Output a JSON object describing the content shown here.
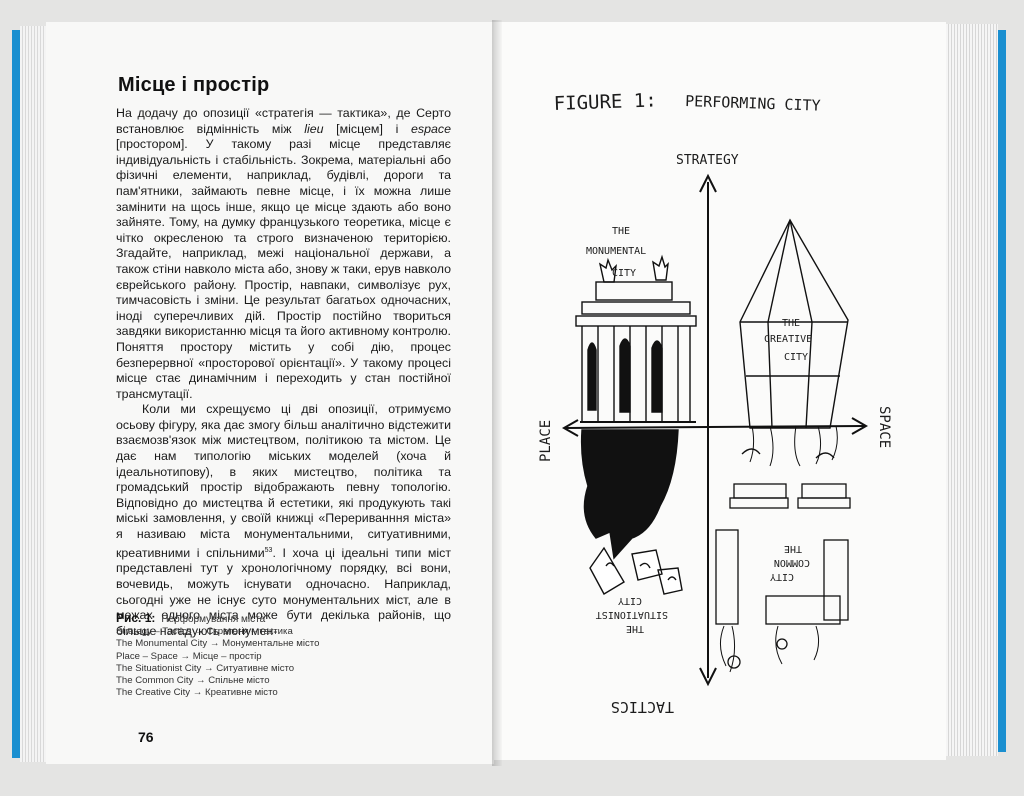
{
  "left_page": {
    "heading": "Місце і простір",
    "p1_a": "На додачу до опозиції «стратегія — тактика», де Серто встановлює відмінність між ",
    "p1_lieu": "lieu",
    "p1_b": " [місцем] і ",
    "p1_espace": "espace",
    "p1_c": " [простором]. У такому разі місце представляє індивідуальність і стабільність. Зокрема, матеріальні або фізичні елементи, наприклад, будівлі, дороги та пам'ятники, займають певне місце, і їх можна лише замінити на щось інше, якщо це місце здають або воно зайняте. Тому, на думку французького теоретика, місце є чітко окресленою та строго визначеною територією. Згадайте, наприклад, межі національної держави, а також стіни навколо міста або, знову ж таки, ерув навколо єврейського району. Простір, навпаки, символізує рух, тимчасовість і зміни. Це результат багатьох одночасних, іноді суперечливих дій. Простір постійно твориться завдяки використанню місця та його активному контролю. Поняття простору містить у собі дію, процес безперервної «просторової орієнтації». У такому процесі місце стає динамічним і переходить у стан постійної трансмутації.",
    "p2_a": "Коли ми схрещуємо ці дві опозиції, отримуємо осьову фігуру, яка дає змогу більш аналітично відстежити взаємозв'язок між мистецтвом, політикою та містом. Це дає нам типологію міських моделей (хоча й ідеальнотипову), в яких мистецтво, політика та громадський простір відображають певну топологію. Відповідно до мистецтва й естетики, які продукують такі міські замовлення, у своїй книжці «Перериванння міста» я називаю міста монументальними, ситуативними, креативними і спільними",
    "p2_sup": "53",
    "p2_b": ". І хоча ці ідеальні типи міст представлені тут у хронологічному порядку, всі вони, вочевидь, можуть існувати одночасно. Наприклад, сьогодні уже не існує суто монументальних міст, але в межах одного міста може бути декілька районів, що більше нагадують монумен-",
    "caption_title": "Рис. 1:",
    "caption_name": "Перформування міста",
    "caption_lines": [
      "Strategy – Tactics → Стратегія – тактика",
      "The Monumental City → Монументальне місто",
      "Place – Space → Місце – простір",
      "The Situationist City → Ситуативне місто",
      "The Common City → Спільне місто",
      "The Creative City → Креативне місто"
    ],
    "page_number": "76"
  },
  "figure": {
    "title_a": "FIGURE 1:",
    "title_b": "PERFORMING CITY",
    "axis_top": "STRATEGY",
    "axis_bottom": "TACTICS",
    "axis_left": "PLACE",
    "axis_right": "SPACE",
    "monumental": [
      "THE",
      "MONUMENTAL",
      "CITY"
    ],
    "creative": [
      "THE",
      "CREATIVE",
      "CITY"
    ],
    "common": [
      "THE",
      "COMMON",
      "CITY"
    ],
    "situationist": [
      "THE",
      "SITUATIONIST",
      "CITY"
    ]
  }
}
